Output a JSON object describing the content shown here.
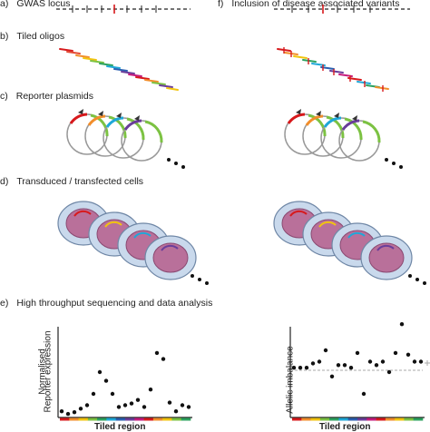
{
  "panels": {
    "a": {
      "letter": "a)",
      "text": "GWAS locus"
    },
    "f": {
      "letter": "f)",
      "text": "Inclusion of disease associated variants"
    },
    "b": {
      "letter": "b)",
      "text": "Tiled oligos"
    },
    "c": {
      "letter": "c)",
      "text": "Reporter plasmids"
    },
    "d": {
      "letter": "d)",
      "text": "Transduced / transfected cells"
    },
    "e": {
      "letter": "e)",
      "text": "High throughput sequencing and data analysis"
    }
  },
  "plots": {
    "left": {
      "ylabel_line1": "Normalised",
      "ylabel_line2": "Reporter expression",
      "xlabel": "Tiled region"
    },
    "right": {
      "ylabel": "Allelic imbalance",
      "xlabel": "Tiled region"
    }
  },
  "colors": {
    "oligo_palette": [
      "#d7191c",
      "#f28e2b",
      "#f1c40f",
      "#7cc242",
      "#2ca25f",
      "#1fa8d8",
      "#2b5fb0",
      "#6a3d9a",
      "#c51b7d"
    ],
    "variant_mark": "#d7191c",
    "cell_outer": "#c9d9ec",
    "cell_inner": "#b9709a",
    "dot": "#111111"
  },
  "chart_data": [
    {
      "type": "scatter",
      "xlabel": "Tiled region",
      "ylabel": "Normalised Reporter expression",
      "x": [
        1,
        2,
        3,
        4,
        5,
        6,
        7,
        8,
        9,
        10,
        11,
        12,
        13,
        14,
        15,
        16,
        17,
        18,
        19,
        20,
        21
      ],
      "y": [
        0.05,
        0.02,
        0.04,
        0.08,
        0.12,
        0.25,
        0.5,
        0.4,
        0.25,
        0.1,
        0.12,
        0.14,
        0.18,
        0.1,
        0.3,
        0.72,
        0.65,
        0.15,
        0.05,
        0.12,
        0.1
      ]
    },
    {
      "type": "scatter",
      "xlabel": "Tiled region",
      "ylabel": "Allelic imbalance",
      "x": [
        1,
        2,
        3,
        4,
        5,
        6,
        7,
        8,
        9,
        10,
        11,
        12,
        13,
        14,
        15,
        16,
        17,
        18,
        19,
        20,
        21
      ],
      "y": [
        0.55,
        0.55,
        0.55,
        0.6,
        0.62,
        0.75,
        0.45,
        0.58,
        0.58,
        0.55,
        0.72,
        0.25,
        0.62,
        0.58,
        0.62,
        0.5,
        0.72,
        1.05,
        0.7,
        0.62,
        0.62
      ]
    }
  ]
}
